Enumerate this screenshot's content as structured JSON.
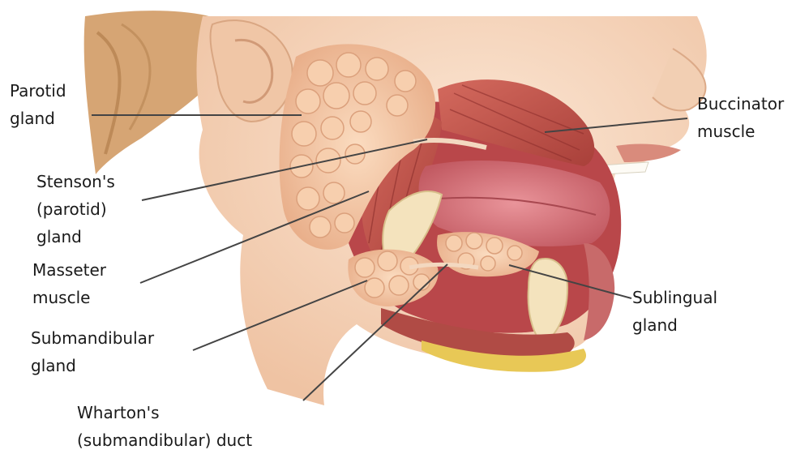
{
  "labels": {
    "parotid_gland": [
      "Parotid",
      "gland"
    ],
    "buccinator_muscle": [
      "Buccinator",
      "muscle"
    ],
    "stensons_duct": [
      "Stenson's",
      "(parotid)",
      "gland"
    ],
    "masseter_muscle": [
      "Masseter",
      "muscle"
    ],
    "sublingual_gland": [
      "Sublingual",
      "gland"
    ],
    "submandibular_gland": [
      "Submandibular",
      "gland"
    ],
    "whartons_duct": [
      "Wharton's",
      "(submandibular) duct"
    ]
  }
}
